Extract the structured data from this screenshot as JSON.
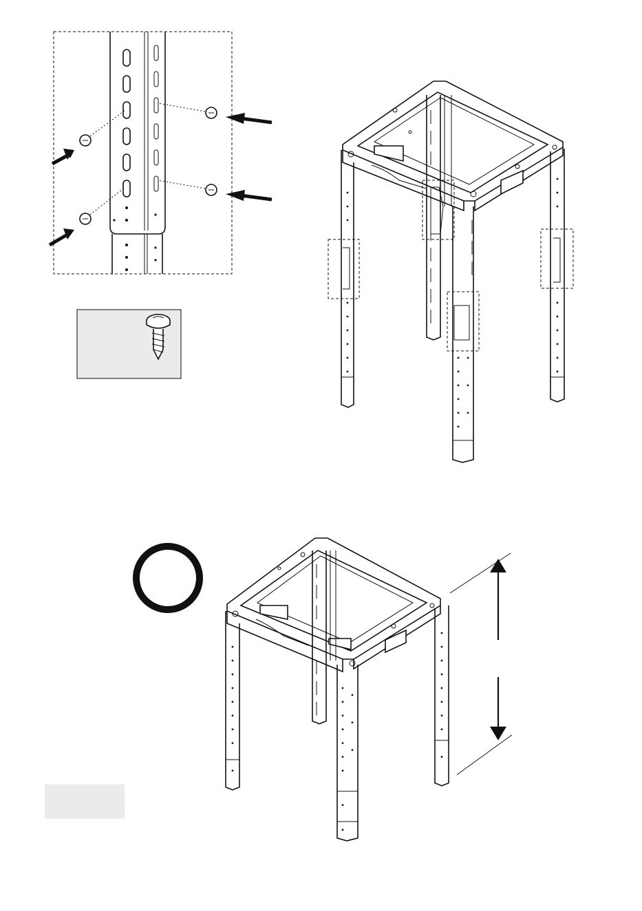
{
  "figure": {
    "step_one": {
      "detail_inset": "leg-extension-detail",
      "part_callout": "self-tapping-screw",
      "screws_per_leg": 4
    },
    "step_two": {
      "symbol": "circle-ok-symbol",
      "measurement": "height-dimension-arrow"
    },
    "colors": {
      "line": "#111111",
      "callout_fill": "#ebebeb",
      "callout_border": "#333333",
      "page": "#ffffff"
    }
  }
}
